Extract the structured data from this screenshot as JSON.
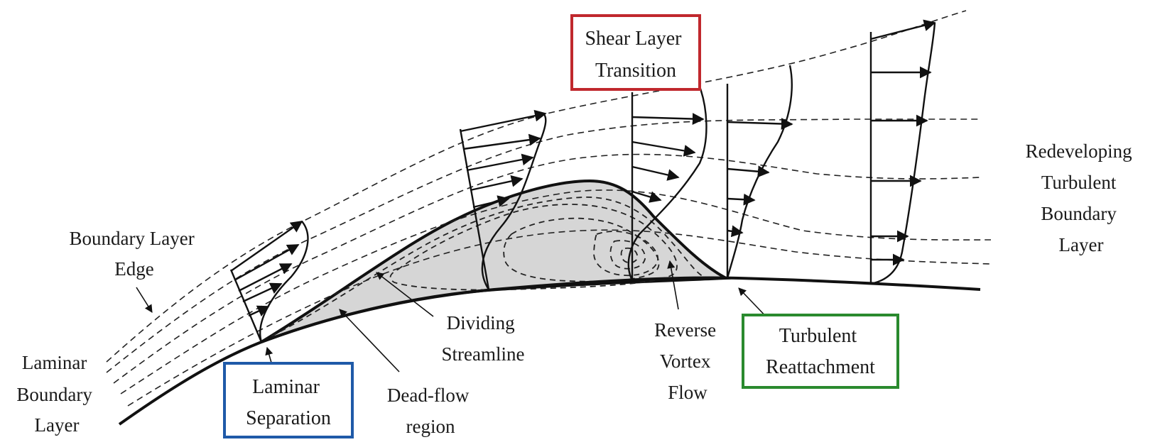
{
  "labels": {
    "boundary_layer_edge": [
      "Boundary Layer",
      "Edge"
    ],
    "laminar_boundary_layer": [
      "Laminar",
      "Boundary",
      "Layer"
    ],
    "laminar_separation": [
      "Laminar",
      "Separation"
    ],
    "dead_flow_region": [
      "Dead-flow",
      "region"
    ],
    "dividing_streamline": [
      "Dividing",
      "Streamline"
    ],
    "shear_layer_transition": [
      "Shear Layer",
      "Transition"
    ],
    "reverse_vortex_flow": [
      "Reverse",
      "Vortex",
      "Flow"
    ],
    "turbulent_reattachment": [
      "Turbulent",
      "Reattachment"
    ],
    "redeveloping_turbulent_boundary_layer": [
      "Redeveloping",
      "Turbulent",
      "Boundary",
      "Layer"
    ]
  },
  "colors": {
    "laminar_separation_box": "#1f5aa8",
    "shear_layer_transition_box": "#c0282d",
    "turbulent_reattachment_box": "#2a8a2e",
    "bubble_fill": "#d6d6d6",
    "line": "#111111"
  }
}
